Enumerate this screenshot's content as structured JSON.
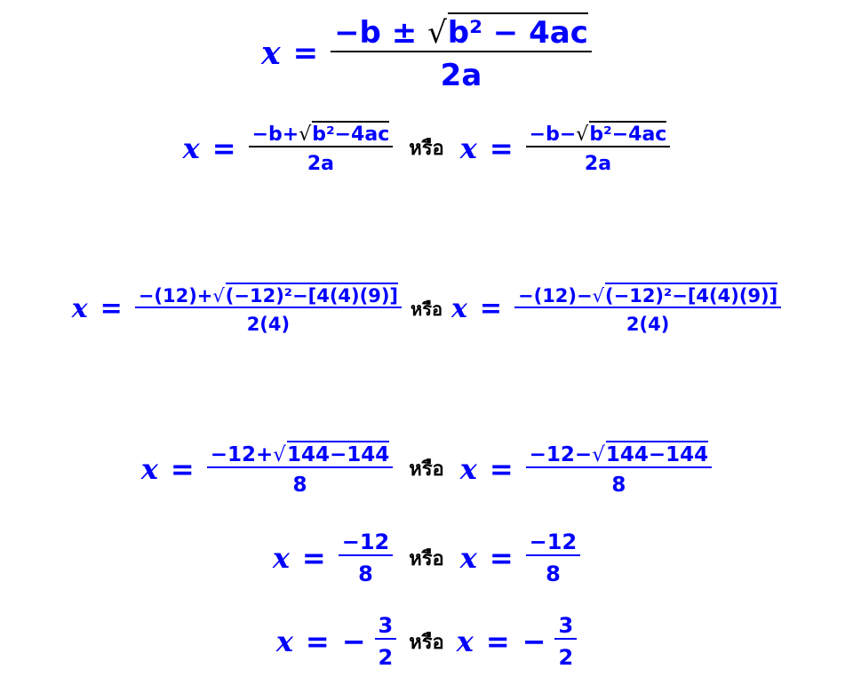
{
  "or_word": "หรือ",
  "x": "x",
  "eq": "=",
  "line1": {
    "num_pre": "−b ± ",
    "radicand": "b² − 4ac",
    "den": "2a"
  },
  "line2": {
    "left": {
      "num_pre": "−b+",
      "radicand": "b²−4ac",
      "den": "2a"
    },
    "right": {
      "num_pre": "−b−",
      "radicand": "b²−4ac",
      "den": "2a"
    }
  },
  "line3": {
    "left": {
      "num_pre": "−(12)+",
      "radicand": "(−12)²−[4(4)(9)]",
      "den": "2(4)"
    },
    "right": {
      "num_pre": "−(12)−",
      "radicand": "(−12)²−[4(4)(9)]",
      "den": "2(4)"
    }
  },
  "line4": {
    "left": {
      "num_pre": "−12+",
      "radicand": "144−144",
      "den": "8"
    },
    "right": {
      "num_pre": "−12−",
      "radicand": "144−144",
      "den": "8"
    }
  },
  "line5": {
    "left": {
      "num": "−12",
      "den": "8"
    },
    "right": {
      "num": "−12",
      "den": "8"
    }
  },
  "line6": {
    "left": {
      "sign": "−",
      "num": "3",
      "den": "2"
    },
    "right": {
      "sign": "−",
      "num": "3",
      "den": "2"
    }
  },
  "sqrt_symbol": "√"
}
